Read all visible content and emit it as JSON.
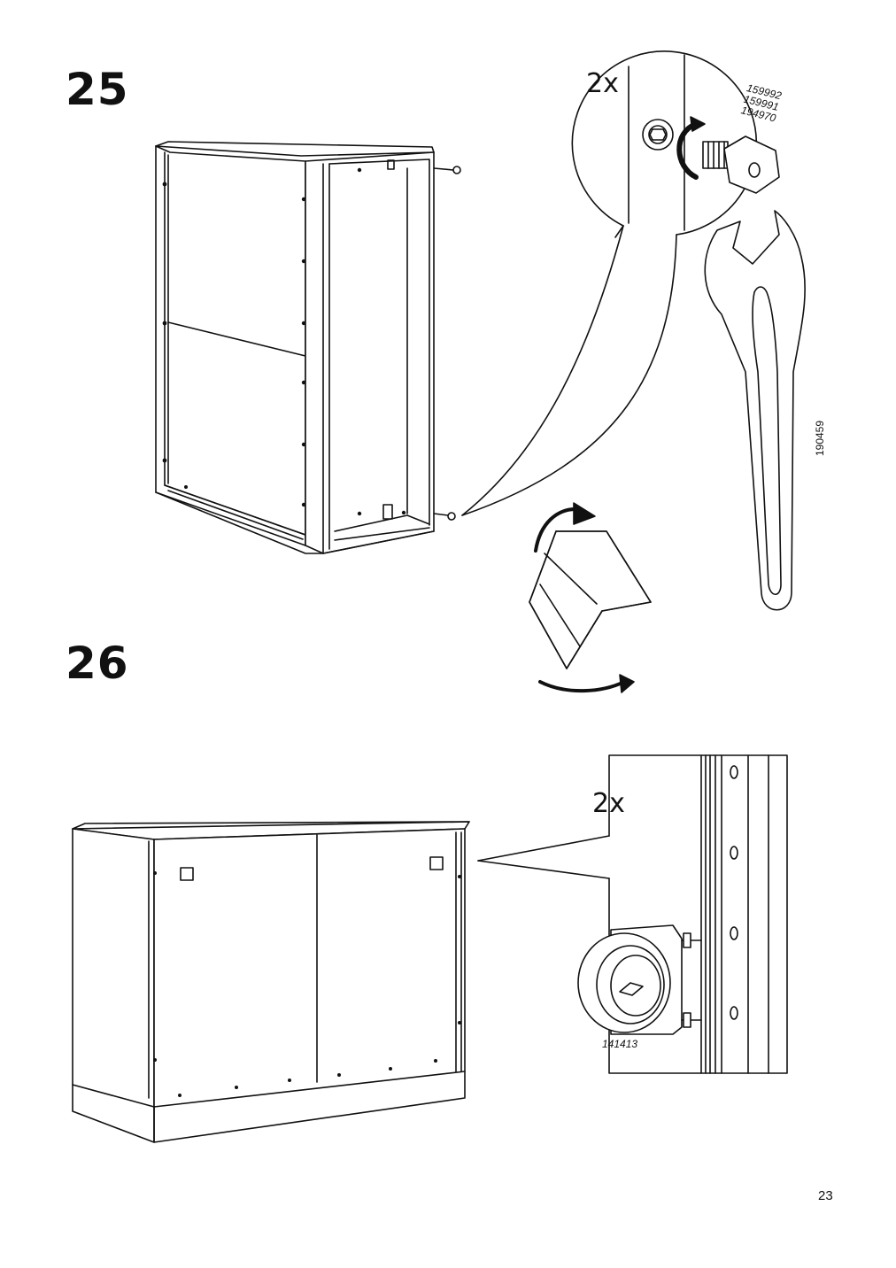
{
  "page": {
    "number": "23"
  },
  "steps": [
    {
      "number": "25",
      "quantity": "2x",
      "part_numbers": [
        "159992",
        "159991",
        "194970"
      ],
      "tool_number": "190459",
      "icons": [
        "cabinet-back-view",
        "bolt-tightening-detail",
        "wrench-tool",
        "rotate-cabinet-arrow"
      ]
    },
    {
      "number": "26",
      "quantity": "2x",
      "part_numbers": [
        "141413"
      ],
      "icons": [
        "cabinet-back-view",
        "wall-fitting-detail"
      ]
    }
  ]
}
